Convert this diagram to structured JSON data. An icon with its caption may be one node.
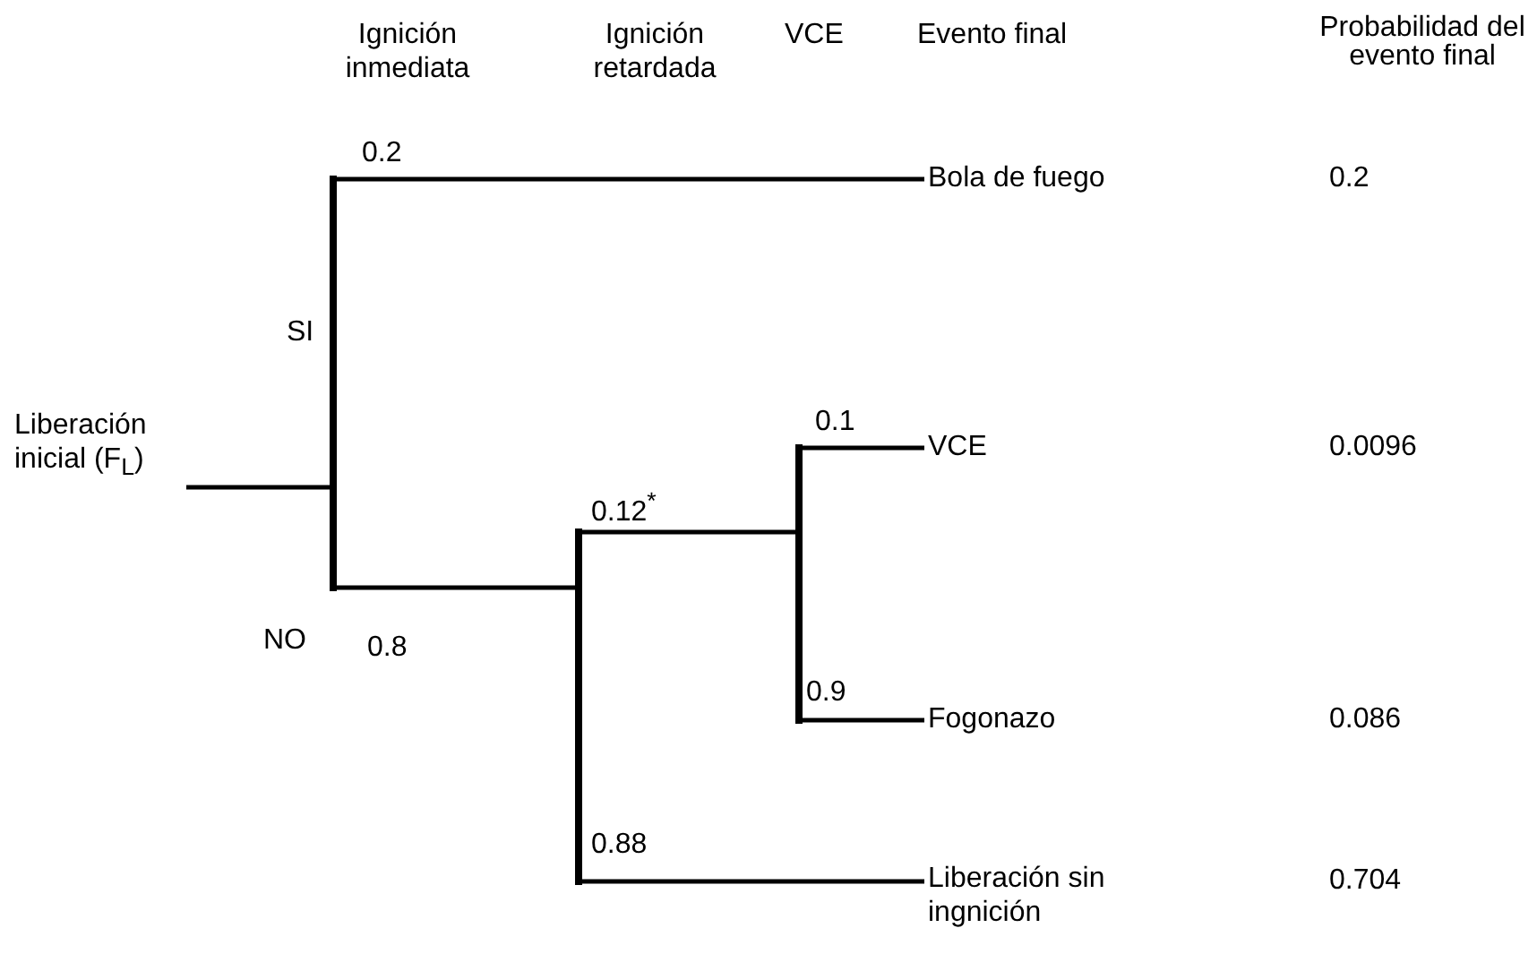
{
  "diagram": {
    "nodes": [
      {
        "text": [
          "Liberación inicial (F$_{L}$)"
        ]
      },
      {
        "text": [],
        "shape": "bar",
        "beside": [
          "SI",
          "NO"
        ]
      },
      {
        "text": [
          "Bola de fuego"
        ]
      },
      {
        "text": [],
        "shape": "bar"
      },
      {
        "text": [],
        "shape": "bar"
      },
      {
        "text": [
          "VCE"
        ]
      },
      {
        "text": [
          "Fogonazo"
        ]
      },
      {
        "text": [
          "Liberación sin ingnición"
        ]
      }
    ],
    "edges": [
      {
        "from": 0,
        "to": 1,
        "arrow": "none"
      },
      {
        "from": 1,
        "to": 2,
        "arrow": "none",
        "label": "0.2"
      },
      {
        "from": 1,
        "to": 3,
        "arrow": "none",
        "label": "0.8"
      },
      {
        "from": 3,
        "to": 4,
        "arrow": "none",
        "label": "0.12$^{*}$"
      },
      {
        "from": 4,
        "to": 5,
        "arrow": "none",
        "label": "0.1"
      },
      {
        "from": 4,
        "to": 6,
        "arrow": "none",
        "label": "0.9"
      },
      {
        "from": 3,
        "to": 7,
        "arrow": "none",
        "label": "0.88"
      }
    ],
    "labels": [
      "Ignición inmediata",
      "Ignición retardada",
      "VCE",
      "Evento final",
      "Probabilidad del evento final",
      "0.2",
      "0.0096",
      "0.086",
      "0.704"
    ]
  }
}
